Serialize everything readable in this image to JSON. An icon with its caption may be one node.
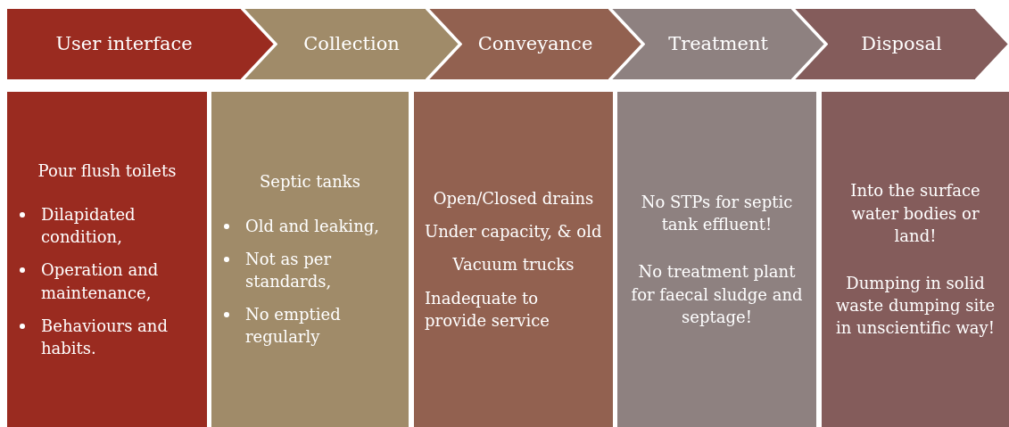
{
  "diagram": {
    "nodes": [
      {
        "text": [
          "User interface"
        ]
      },
      {
        "text": [
          "Collection"
        ]
      },
      {
        "text": [
          "Conveyance"
        ]
      },
      {
        "text": [
          "Treatment"
        ]
      },
      {
        "text": [
          "Disposal"
        ]
      },
      {
        "text": [
          "Pour flush toilets",
          "Dilapidated condition,",
          "Operation and maintenance,",
          "Behaviours and habits."
        ]
      },
      {
        "text": [
          "Septic tanks",
          "Old and leaking,",
          "Not as per standards,",
          "No emptied regularly"
        ]
      },
      {
        "text": [
          "Open/Closed drains",
          "Under capacity, & old",
          "Vacuum trucks",
          "Inadequate to provide service"
        ]
      },
      {
        "text": [
          "No STPs for septic tank effluent!",
          "No treatment plant for faecal sludge and septage!"
        ]
      },
      {
        "text": [
          "Into the surface water bodies or land!",
          "Dumping in solid waste dumping site in unscientific way!"
        ]
      }
    ]
  }
}
